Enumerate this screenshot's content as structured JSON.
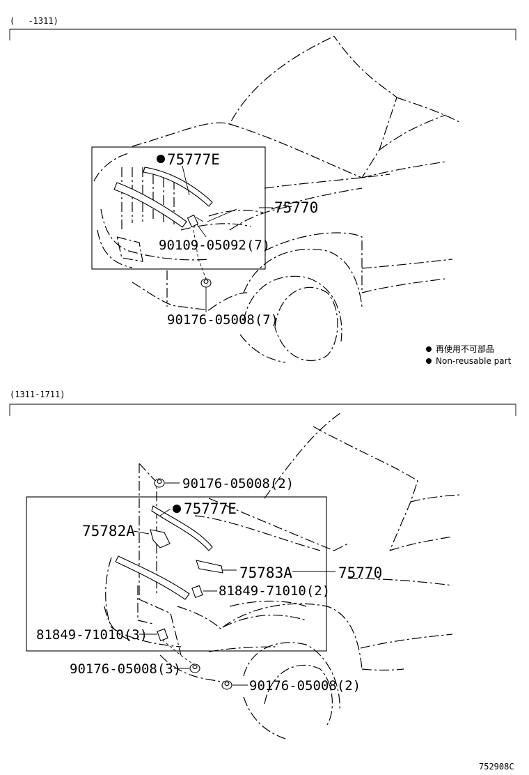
{
  "section1": {
    "header": "(　 -1311)",
    "labels": {
      "p75777E": "75777E",
      "p75770": "75770",
      "p90109": "90109-05092(7)",
      "p90176": "90176-05008(7)"
    }
  },
  "legend": {
    "line1": "再使用不可部品",
    "line2": "Non-reusable part"
  },
  "section2": {
    "header": "(1311-1711)",
    "labels": {
      "p90176a": "90176-05008(2)",
      "p75777E": "75777E",
      "p75782A": "75782A",
      "p75783A": "75783A",
      "p75770": "75770",
      "p81849a": "81849-71010(2)",
      "p81849b": "81849-71010(3)",
      "p90176b": "90176-05008(3)",
      "p90176c": "90176-05008(2)"
    }
  },
  "footer": {
    "code": "752908C"
  }
}
